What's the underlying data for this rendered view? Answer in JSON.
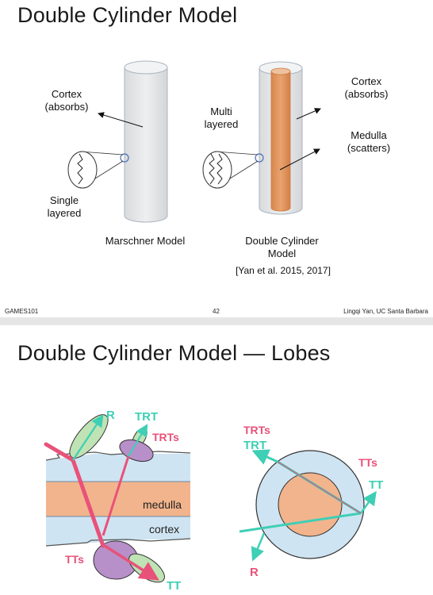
{
  "slide1": {
    "title": "Double Cylinder Model",
    "left_model": {
      "cortex_label_1": "Cortex",
      "cortex_label_2": "(absorbs)",
      "layer_label_1": "Single",
      "layer_label_2": "layered",
      "caption": "Marschner Model"
    },
    "right_model": {
      "layer_label_1": "Multi",
      "layer_label_2": "layered",
      "cortex_label_1": "Cortex",
      "cortex_label_2": "(absorbs)",
      "medulla_label_1": "Medulla",
      "medulla_label_2": "(scatters)",
      "caption_1": "Double Cylinder",
      "caption_2": "Model"
    },
    "citation": "[Yan et al. 2015, 2017]",
    "footer": {
      "left": "GAMES101",
      "page": "42",
      "right": "Lingqi Yan, UC Santa Barbara"
    }
  },
  "slide2": {
    "title": "Double Cylinder Model — Lobes",
    "side_view": {
      "lobes": [
        "R",
        "TRT",
        "TRTs",
        "TTs",
        "TT"
      ],
      "layers": [
        "medulla",
        "cortex"
      ]
    },
    "cross_section": {
      "lobes": [
        "TRTs",
        "TRT",
        "TTs",
        "TT",
        "R"
      ]
    },
    "colors": {
      "pink": "#e8527a",
      "teal": "#3ecfb5",
      "cortex_blue": "#cfe4f2",
      "medulla_orange": "#f2b48c",
      "lobe_green": "#bfe3b4",
      "lobe_purple": "#b78fc9"
    }
  }
}
